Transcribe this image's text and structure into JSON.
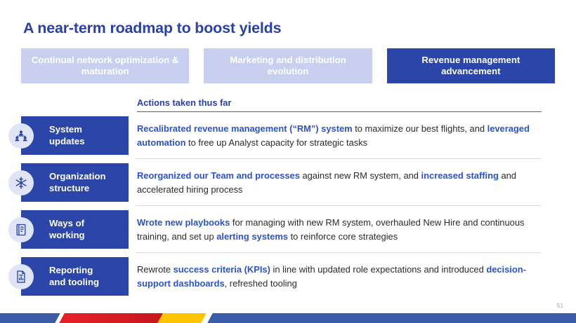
{
  "slide": {
    "title": "A near-term roadmap to boost yields",
    "page_number": "51",
    "colors": {
      "brand_blue": "#2B45A8",
      "title_blue": "#2B41A8",
      "highlight_blue": "#2B52D0",
      "chip_inactive": "#C8CFEF",
      "icon_bubble": "#DFE4F6",
      "footer_blue": "#3D5CA8",
      "footer_red": "#E8202A",
      "footer_yellow": "#FFC600"
    }
  },
  "phases": [
    {
      "label": "Continual network\noptimization & maturation",
      "active": false
    },
    {
      "label": "Marketing and\ndistribution evolution",
      "active": false
    },
    {
      "label": "Revenue management\nadvancement",
      "active": true
    }
  ],
  "actions_header": {
    "label": "Actions taken thus far"
  },
  "rows": [
    {
      "icon": "people-network-icon",
      "label": "System\nupdates",
      "segments": [
        {
          "text": "Recalibrated revenue management (“RM”) system",
          "highlight": true
        },
        {
          "text": " to maximize our best flights, and ",
          "highlight": false
        },
        {
          "text": "leveraged automation",
          "highlight": true
        },
        {
          "text": " to free up Analyst capacity for strategic tasks",
          "highlight": false
        }
      ]
    },
    {
      "icon": "org-snowflake-icon",
      "label": "Organization\nstructure",
      "segments": [
        {
          "text": "Reorganized our Team and processes",
          "highlight": true
        },
        {
          "text": " against new RM system, and ",
          "highlight": false
        },
        {
          "text": "increased staffing",
          "highlight": true
        },
        {
          "text": " and accelerated hiring process",
          "highlight": false
        }
      ]
    },
    {
      "icon": "playbook-icon",
      "label": "Ways of\nworking",
      "segments": [
        {
          "text": "Wrote new playbooks",
          "highlight": true
        },
        {
          "text": " for managing with new RM system, overhauled New Hire and continuous training, and set up ",
          "highlight": false
        },
        {
          "text": "alerting systems",
          "highlight": true
        },
        {
          "text": " to reinforce core strategies",
          "highlight": false
        }
      ]
    },
    {
      "icon": "report-chart-icon",
      "label": "Reporting\nand tooling",
      "segments": [
        {
          "text": "Rewrote ",
          "highlight": false
        },
        {
          "text": "success criteria (KPIs)",
          "highlight": true
        },
        {
          "text": " in line with updated role expectations and introduced ",
          "highlight": false
        },
        {
          "text": "decision-support dashboards",
          "highlight": true
        },
        {
          "text": ", refreshed tooling",
          "highlight": false
        }
      ]
    }
  ]
}
